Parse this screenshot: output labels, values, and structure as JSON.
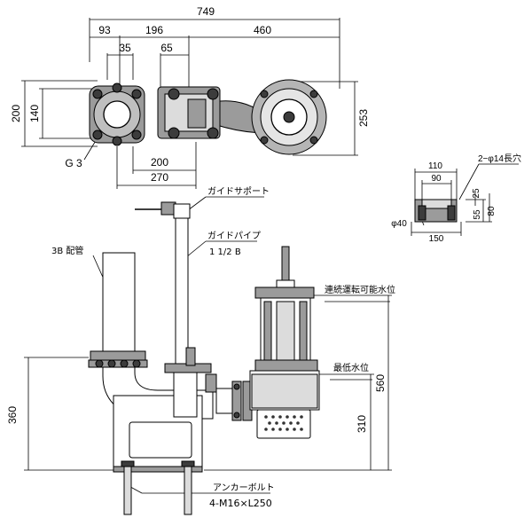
{
  "top_view": {
    "dims": {
      "overall_width": "749",
      "seg_93": "93",
      "seg_196": "196",
      "seg_460": "460",
      "seg_35": "35",
      "seg_65": "65",
      "height_200": "200",
      "height_140": "140",
      "height_253": "253",
      "bolt_200": "200",
      "bolt_270": "270"
    },
    "labels": {
      "g3": "G 3"
    }
  },
  "base_detail": {
    "hole_note": "2−φ14長穴",
    "dims": {
      "w110": "110",
      "w90": "90",
      "w150": "150",
      "h25": "25",
      "h55": "55",
      "h80": "80",
      "d40": "φ40"
    }
  },
  "side_view": {
    "labels": {
      "guide_support": "ガイドサポート",
      "guide_pipe": "ガイドパイプ",
      "guide_pipe_size": "1 1/2 B",
      "discharge_pipe": "3B 配管",
      "continuous_level": "連続運転可能水位",
      "min_level": "最低水位",
      "anchor_bolt": "アンカーボルト",
      "anchor_spec": "4-M16×L250"
    },
    "dims": {
      "h360": "360",
      "h560": "560",
      "h310": "310"
    }
  }
}
